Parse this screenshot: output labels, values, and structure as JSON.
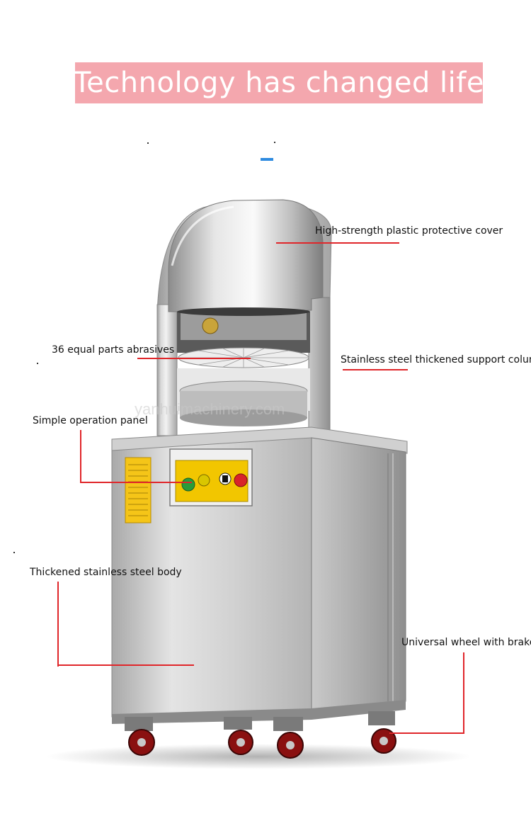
{
  "banner": {
    "title": "Technology has changed life",
    "background_color": "#f4a7ae",
    "text_color": "#ffffff"
  },
  "accent_color": "#2e8be0",
  "callout_color": "#e0262a",
  "watermark": "yanhuimachinery.com",
  "callouts": {
    "cover": "High-strength plastic protective cover",
    "abrasives": "36 equal parts abrasives",
    "column": "Stainless steel thickened support colum",
    "panel": "Simple operation panel",
    "body": "Thickened stainless steel body",
    "wheel": "Universal wheel with brake"
  }
}
